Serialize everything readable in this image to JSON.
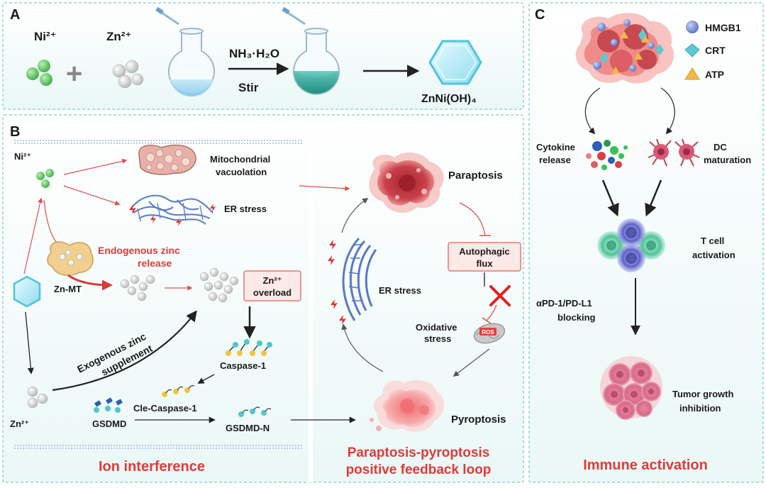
{
  "panel_a": {
    "letter": "A",
    "ni_ion": "Ni²⁺",
    "zn_ion": "Zn²⁺",
    "plus": "+",
    "reagent": "NH₃·H₂O",
    "condition": "Stir",
    "product": "ZnNi(OH)₄"
  },
  "panel_b": {
    "letter": "B",
    "ni_ion": "Ni²⁺",
    "zn_ion": "Zn²⁺",
    "mito_label_1": "Mitochondrial",
    "mito_label_2": "vacuolation",
    "er_stress_top": "ER stress",
    "endogenous_1": "Endogenous zinc",
    "endogenous_2": "release",
    "zn_mt": "Zn-MT",
    "overload_1": "Zn²⁺",
    "overload_2": "overload",
    "exogenous_1": "Exogenous zinc",
    "exogenous_2": "supplement",
    "caspase": "Caspase-1",
    "cle_caspase": "Cle-Caspase-1",
    "gsdmd": "GSDMD",
    "gsdmd_n": "GSDMD-N",
    "paraptosis": "Paraptosis",
    "autophagic_1": "Autophagic",
    "autophagic_2": "flux",
    "er_stress_loop": "ER stress",
    "oxidative_1": "Oxidative",
    "oxidative_2": "stress",
    "ros": "ROS",
    "pyroptosis": "Pyroptosis",
    "footer_left": "Ion interference",
    "footer_right_1": "Paraptosis-pyroptosis",
    "footer_right_2": "positive feedback loop"
  },
  "panel_c": {
    "letter": "C",
    "legend": [
      {
        "label": "HMGB1",
        "icon": "hmgb1-sphere-icon",
        "color": "#7c95d8"
      },
      {
        "label": "CRT",
        "icon": "crt-diamond-icon",
        "color": "#5fc8d6"
      },
      {
        "label": "ATP",
        "icon": "atp-triangle-icon",
        "color": "#f2b84a"
      }
    ],
    "cytokine_1": "Cytokine",
    "cytokine_2": "release",
    "dc_1": "DC",
    "dc_2": "maturation",
    "tcell_1": "T cell",
    "tcell_2": "activation",
    "blocking_1": "αPD-1/PD-L1",
    "blocking_2": "blocking",
    "tumor_1": "Tumor growth",
    "tumor_2": "inhibition",
    "footer": "Immune activation"
  },
  "colors": {
    "panel_border": "#8fd6cc",
    "panel_fill": "#f3fbfa",
    "accent_red": "#e03a3a",
    "ni_green": "#5cc85c",
    "zn_grey": "#cfcfcf",
    "er_blue": "#5a78c8",
    "tumor_red": "#c23a3a"
  }
}
